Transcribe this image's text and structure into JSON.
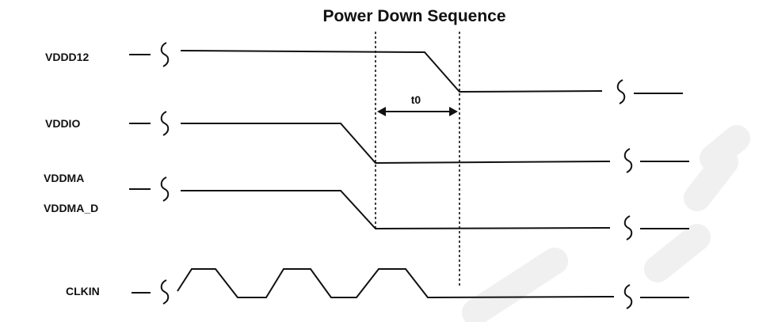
{
  "title": "Power Down Sequence",
  "signals": {
    "vddd12": "VDDD12",
    "vddio": "VDDIO",
    "vddma": "VDDMA",
    "vddma_d": "VDDMA_D",
    "clkin": "CLKIN"
  },
  "timing": {
    "t0_label": "t0"
  },
  "colors": {
    "line": "#111111",
    "background": "#ffffff"
  }
}
